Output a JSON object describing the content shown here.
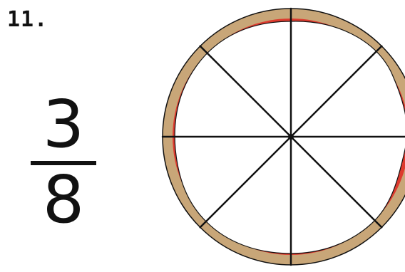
{
  "problem": {
    "number_label": "11.",
    "fraction": {
      "numerator": "3",
      "denominator": "8"
    }
  },
  "pizza": {
    "slices": 8,
    "crust_color": "#c8a678",
    "sauce_color": "#dd3a2e",
    "cheese_color": "#ffffff",
    "outline_color": "#111111"
  }
}
